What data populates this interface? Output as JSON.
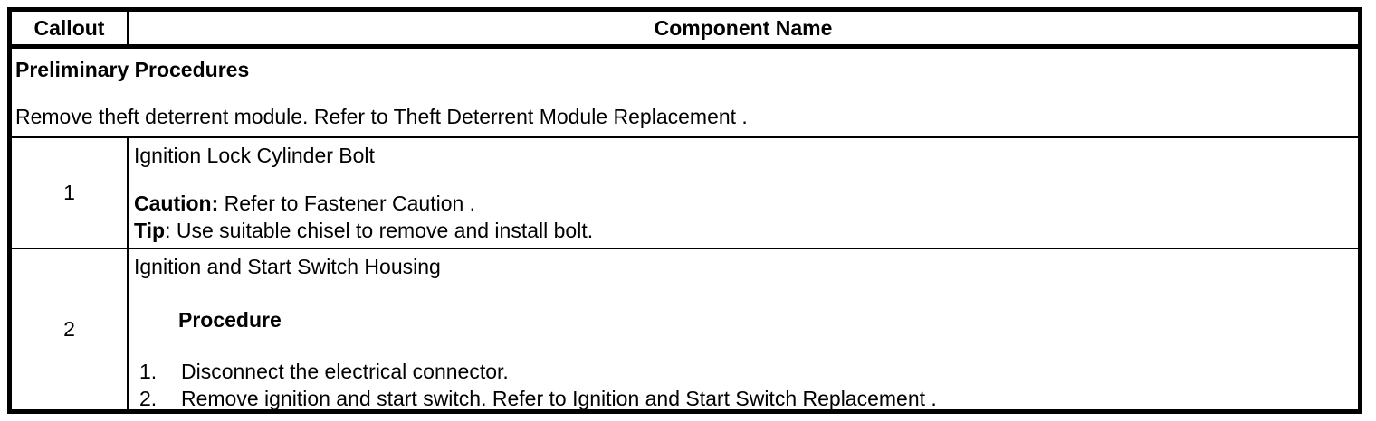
{
  "colors": {
    "border": "#000000",
    "background": "#ffffff",
    "text": "#000000"
  },
  "table": {
    "headers": {
      "callout": "Callout",
      "component": "Component Name"
    },
    "preliminary": {
      "heading": "Preliminary Procedures",
      "text": "Remove theft deterrent module. Refer to Theft Deterrent Module Replacement ."
    },
    "rows": [
      {
        "callout": "1",
        "component": "Ignition Lock Cylinder Bolt",
        "caution_label": "Caution:",
        "caution_text": "Refer to Fastener Caution .",
        "tip_label": "Tip",
        "tip_text": ": Use suitable chisel to remove and install bolt."
      },
      {
        "callout": "2",
        "component": "Ignition and Start Switch Housing",
        "procedure_heading": "Procedure",
        "steps": [
          {
            "num": "1.",
            "text": "Disconnect the electrical connector."
          },
          {
            "num": "2.",
            "text": "Remove ignition and start switch. Refer to Ignition and Start Switch Replacement ."
          }
        ]
      }
    ]
  }
}
